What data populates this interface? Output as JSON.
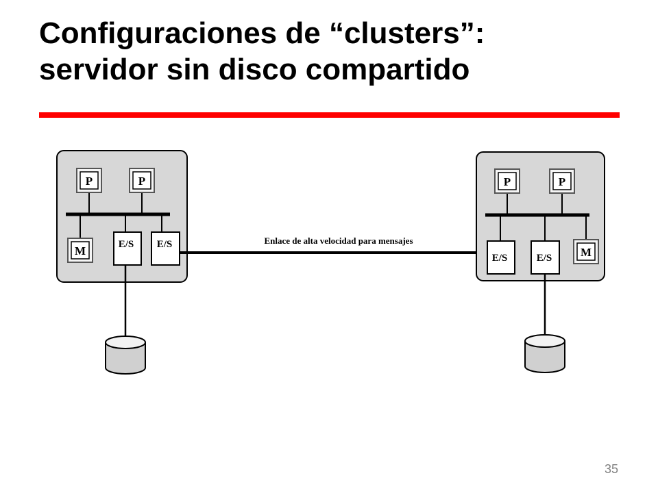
{
  "slide": {
    "title_line1": "Configuraciones de “clusters”:",
    "title_line2": "servidor sin disco compartido",
    "slide_number": "35",
    "accent_color": "#ff0000"
  },
  "diagram": {
    "link_label": "Enlace de alta velocidad para mensajes",
    "left_node": {
      "processor_1": "P",
      "processor_2": "P",
      "memory": "M",
      "io_1": "E/S",
      "io_2": "E/S"
    },
    "right_node": {
      "processor_1": "P",
      "processor_2": "P",
      "memory": "M",
      "io_1": "E/S",
      "io_2": "E/S"
    }
  }
}
